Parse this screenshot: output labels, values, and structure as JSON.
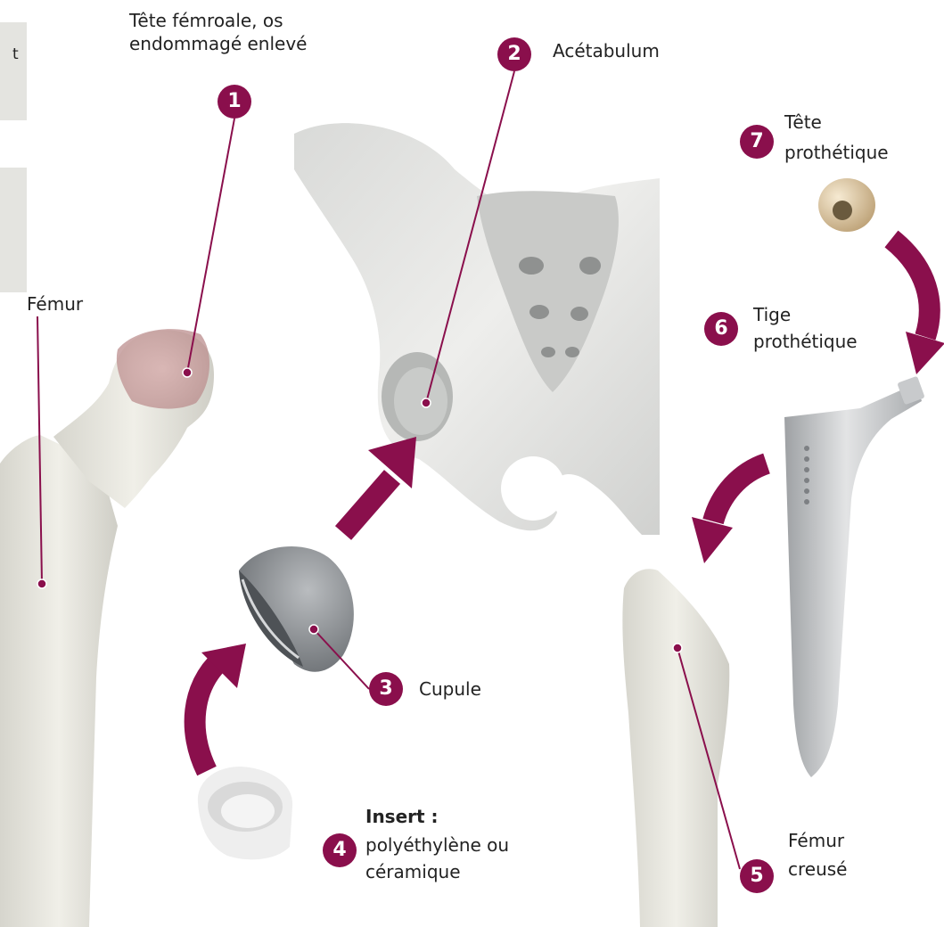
{
  "colors": {
    "accent": "#8a0f4c",
    "bone": "#e8e7df",
    "bone_shade": "#cfcec6",
    "metal": "#b7b9bb",
    "panel": "#e4e4e0"
  },
  "panel_fragment": {
    "text": "t"
  },
  "labels": {
    "femoral_head": {
      "number": "1",
      "line1": "Tête fémroale, os",
      "line2": "endommagé enlevé"
    },
    "acetabulum": {
      "number": "2",
      "text": "Acétabulum"
    },
    "cup": {
      "number": "3",
      "text": "Cupule"
    },
    "insert": {
      "number": "4",
      "title": "Insert :",
      "line1": "polyéthylène ou",
      "line2": "céramique"
    },
    "hollowed_femur": {
      "number": "5",
      "line1": "Fémur",
      "line2": "creusé"
    },
    "stem": {
      "number": "6",
      "line1": "Tige",
      "line2": "prothétique"
    },
    "prosthetic_head": {
      "number": "7",
      "line1": "Tête",
      "line2": "prothétique"
    },
    "femur": {
      "text": "Fémur"
    }
  }
}
